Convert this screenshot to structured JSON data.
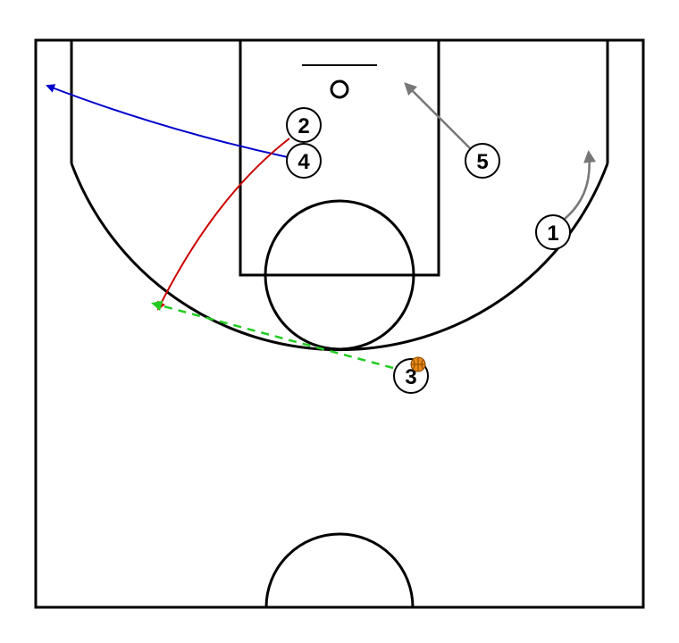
{
  "players": [
    {
      "id": "p1",
      "label": "1"
    },
    {
      "id": "p2",
      "label": "2"
    },
    {
      "id": "p3",
      "label": "3"
    },
    {
      "id": "p4",
      "label": "4"
    },
    {
      "id": "p5",
      "label": "5"
    }
  ],
  "colors": {
    "court_lines": "#000000",
    "pass": "#22cc22",
    "player2_cut": "#cc0000",
    "player4_cut": "#0000cc",
    "screen_moves": "#777777",
    "ball": "#e8891a"
  },
  "actions": [
    {
      "type": "pass",
      "from": "3",
      "style": "dashed",
      "color": "#22cc22"
    },
    {
      "type": "cut",
      "player": "2",
      "color": "#cc0000"
    },
    {
      "type": "cut",
      "player": "4",
      "color": "#0000cc"
    },
    {
      "type": "move",
      "player": "5",
      "color": "#777777"
    },
    {
      "type": "move",
      "player": "1",
      "color": "#777777"
    }
  ],
  "ball_holder": "3"
}
